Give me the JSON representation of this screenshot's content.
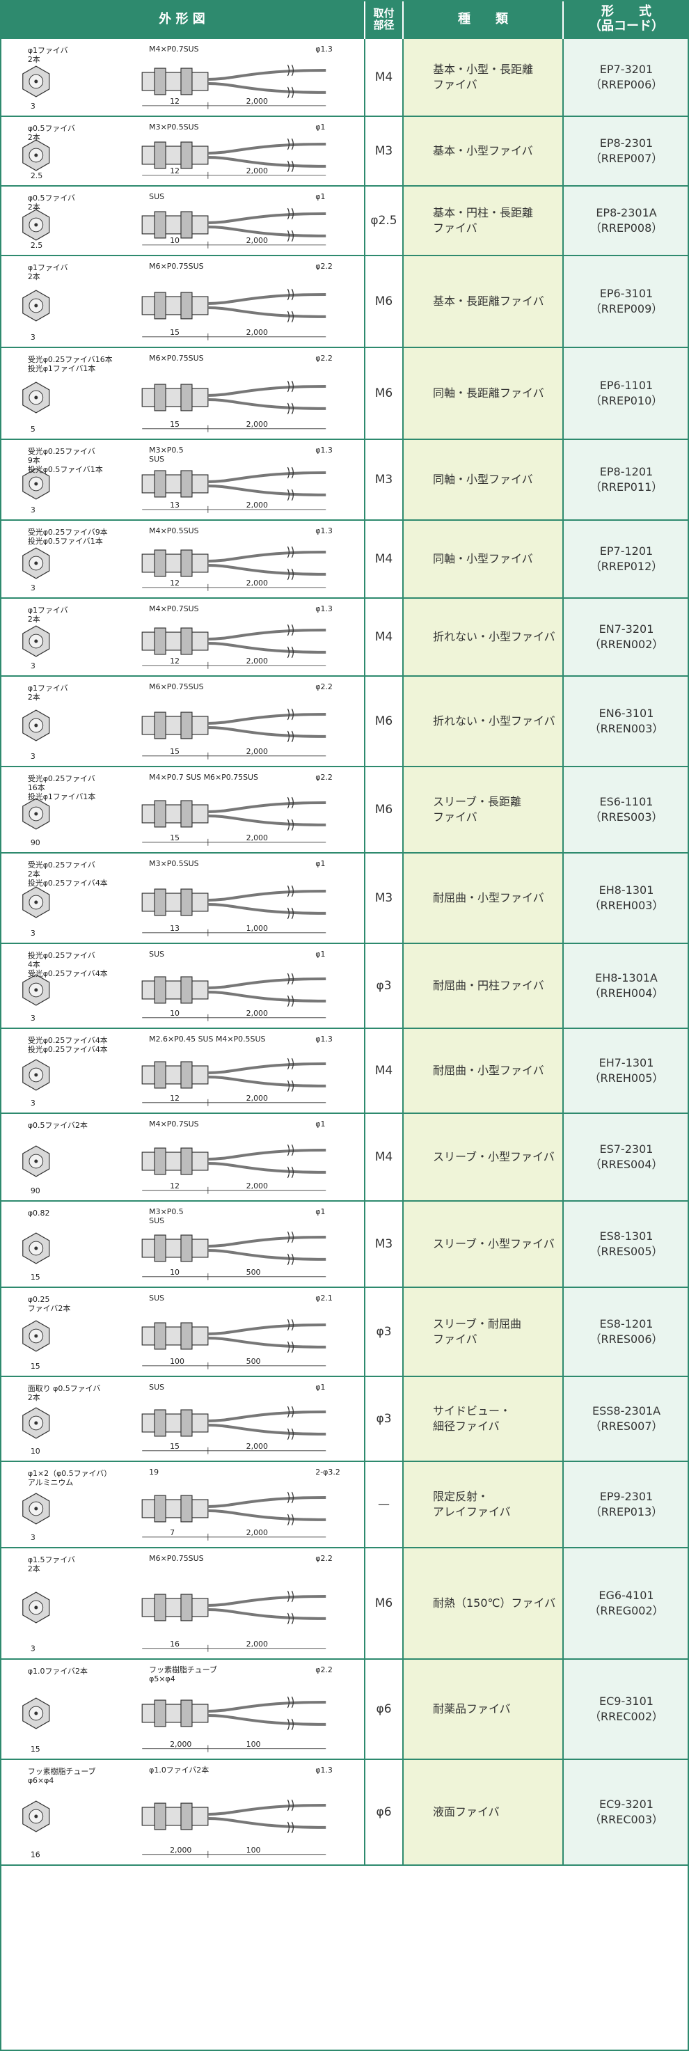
{
  "header": {
    "drawing": "外 形 図",
    "mount": "取付\n部径",
    "type": "種　　類",
    "model": "形　　式\n（品コード）"
  },
  "rows": [
    {
      "mount": "M4",
      "type": "基本・小型・長距離\nファイバ",
      "model": "EP7-3201",
      "code": "（RREP006）",
      "fiber": "φ1ファイバ\n2本",
      "thread": "M4×P0.7SUS",
      "dia": "φ1.3",
      "d1": "3",
      "d2": "12",
      "d3": "2,000"
    },
    {
      "mount": "M3",
      "type": "基本・小型ファイバ",
      "model": "EP8-2301",
      "code": "（RREP007）",
      "fiber": "φ0.5ファイバ\n2本",
      "thread": "M3×P0.5SUS",
      "dia": "φ1",
      "d1": "2.5",
      "d2": "12",
      "d3": "2,000"
    },
    {
      "mount": "φ2.5",
      "type": "基本・円柱・長距離\nファイバ",
      "model": "EP8-2301A",
      "code": "（RREP008）",
      "fiber": "φ0.5ファイバ\n2本",
      "thread": "SUS",
      "dia": "φ1",
      "d1": "2.5",
      "d2": "10",
      "d3": "2,000"
    },
    {
      "mount": "M6",
      "type": "基本・長距離ファイバ",
      "model": "EP6-3101",
      "code": "（RREP009）",
      "fiber": "φ1ファイバ\n2本",
      "thread": "M6×P0.75SUS",
      "dia": "φ2.2",
      "d1": "3",
      "d2": "15",
      "d3": "2,000"
    },
    {
      "mount": "M6",
      "type": "同軸・長距離ファイバ",
      "model": "EP6-1101",
      "code": "（RREP010）",
      "fiber": "受光φ0.25ファイバ16本\n投光φ1ファイバ1本",
      "thread": "M6×P0.75SUS",
      "dia": "φ2.2",
      "d1": "5",
      "d2": "15",
      "d3": "2,000"
    },
    {
      "mount": "M3",
      "type": "同軸・小型ファイバ",
      "model": "EP8-1201",
      "code": "（RREP011）",
      "fiber": "受光φ0.25ファイバ\n9本\n投光φ0.5ファイバ1本",
      "thread": "M3×P0.5\nSUS",
      "dia": "φ1.3",
      "d1": "3",
      "d2": "13",
      "d3": "2,000"
    },
    {
      "mount": "M4",
      "type": "同軸・小型ファイバ",
      "model": "EP7-1201",
      "code": "（RREP012）",
      "fiber": "受光φ0.25ファイバ9本\n投光φ0.5ファイバ1本",
      "thread": "M4×P0.5SUS",
      "dia": "φ1.3",
      "d1": "3",
      "d2": "12",
      "d3": "2,000"
    },
    {
      "mount": "M4",
      "type": "折れない・小型ファイバ",
      "model": "EN7-3201",
      "code": "（RREN002）",
      "fiber": "φ1ファイバ\n2本",
      "thread": "M4×P0.7SUS",
      "dia": "φ1.3",
      "d1": "3",
      "d2": "12",
      "d3": "2,000"
    },
    {
      "mount": "M6",
      "type": "折れない・小型ファイバ",
      "model": "EN6-3101",
      "code": "（RREN003）",
      "fiber": "φ1ファイバ\n2本",
      "thread": "M6×P0.75SUS",
      "dia": "φ2.2",
      "d1": "3",
      "d2": "15",
      "d3": "2,000"
    },
    {
      "mount": "M6",
      "type": "スリーブ・長距離\nファイバ",
      "model": "ES6-1101",
      "code": "（RRES003）",
      "fiber": "受光φ0.25ファイバ\n16本\n投光φ1ファイバ1本",
      "thread": "M4×P0.7 SUS  M6×P0.75SUS",
      "dia": "φ2.2",
      "d1": "90",
      "d2": "15",
      "d3": "2,000"
    },
    {
      "mount": "M3",
      "type": "耐屈曲・小型ファイバ",
      "model": "EH8-1301",
      "code": "（RREH003）",
      "fiber": "受光φ0.25ファイバ\n2本\n投光φ0.25ファイバ4本",
      "thread": "M3×P0.5SUS",
      "dia": "φ1",
      "d1": "3",
      "d2": "13",
      "d3": "1,000"
    },
    {
      "mount": "φ3",
      "type": "耐屈曲・円柱ファイバ",
      "model": "EH8-1301A",
      "code": "（RREH004）",
      "fiber": "投光φ0.25ファイバ\n4本\n受光φ0.25ファイバ4本",
      "thread": "SUS",
      "dia": "φ1",
      "d1": "3",
      "d2": "10",
      "d3": "2,000"
    },
    {
      "mount": "M4",
      "type": "耐屈曲・小型ファイバ",
      "model": "EH7-1301",
      "code": "（RREH005）",
      "fiber": "受光φ0.25ファイバ4本\n投光φ0.25ファイバ4本",
      "thread": "M2.6×P0.45 SUS  M4×P0.5SUS",
      "dia": "φ1.3",
      "d1": "3",
      "d2": "12",
      "d3": "2,000"
    },
    {
      "mount": "M4",
      "type": "スリーブ・小型ファイバ",
      "model": "ES7-2301",
      "code": "（RRES004）",
      "fiber": "φ0.5ファイバ2本",
      "thread": "M4×P0.7SUS",
      "dia": "φ1",
      "d1": "90",
      "d2": "12",
      "d3": "2,000"
    },
    {
      "mount": "M3",
      "type": "スリーブ・小型ファイバ",
      "model": "ES8-1301",
      "code": "（RRES005）",
      "fiber": "φ0.82",
      "thread": "M3×P0.5\nSUS",
      "dia": "φ1",
      "d1": "15",
      "d2": "10",
      "d3": "500"
    },
    {
      "mount": "φ3",
      "type": "スリーブ・耐屈曲\nファイバ",
      "model": "ES8-1201",
      "code": "（RRES006）",
      "fiber": "φ0.25\nファイバ2本",
      "thread": "SUS",
      "dia": "φ2.1",
      "d1": "15",
      "d2": "100",
      "d3": "500"
    },
    {
      "mount": "φ3",
      "type": "サイドビュー・\n細径ファイバ",
      "model": "ESS8-2301A",
      "code": "（RRES007）",
      "fiber": "面取り  φ0.5ファイバ\n2本",
      "thread": "SUS",
      "dia": "φ1",
      "d1": "10",
      "d2": "15",
      "d3": "2,000"
    },
    {
      "mount": "—",
      "type": "限定反射・\nアレイファイバ",
      "model": "EP9-2301",
      "code": "（RREP013）",
      "fiber": "φ1×2（φ0.5ファイバ）\nアルミニウム",
      "thread": "19",
      "dia": "2-φ3.2",
      "d1": "3",
      "d2": "7",
      "d3": "2,000"
    },
    {
      "mount": "M6",
      "type": "耐熱（150℃）ファイバ",
      "model": "EG6-4101",
      "code": "（RREG002）",
      "fiber": "φ1.5ファイバ\n2本",
      "thread": "M6×P0.75SUS",
      "dia": "φ2.2",
      "d1": "3",
      "d2": "16",
      "d3": "2,000"
    },
    {
      "mount": "φ6",
      "type": "耐薬品ファイバ",
      "model": "EC9-3101",
      "code": "（RREC002）",
      "fiber": "φ1.0ファイバ2本",
      "thread": "フッ素樹脂チューブ\nφ5×φ4",
      "dia": "φ2.2",
      "d1": "15",
      "d2": "2,000",
      "d3": "100"
    },
    {
      "mount": "φ6",
      "type": "液面ファイバ",
      "model": "EC9-3201",
      "code": "（RREC003）",
      "fiber": "フッ素樹脂チューブ\nφ6×φ4",
      "thread": "φ1.0ファイバ2本",
      "dia": "φ1.3",
      "d1": "16",
      "d2": "2,000",
      "d3": "100"
    }
  ],
  "colors": {
    "header_bg": "#2e8a6e",
    "border": "#2e8a6e",
    "type_bg": "#eff4d8",
    "model_bg": "#eaf5ef"
  }
}
